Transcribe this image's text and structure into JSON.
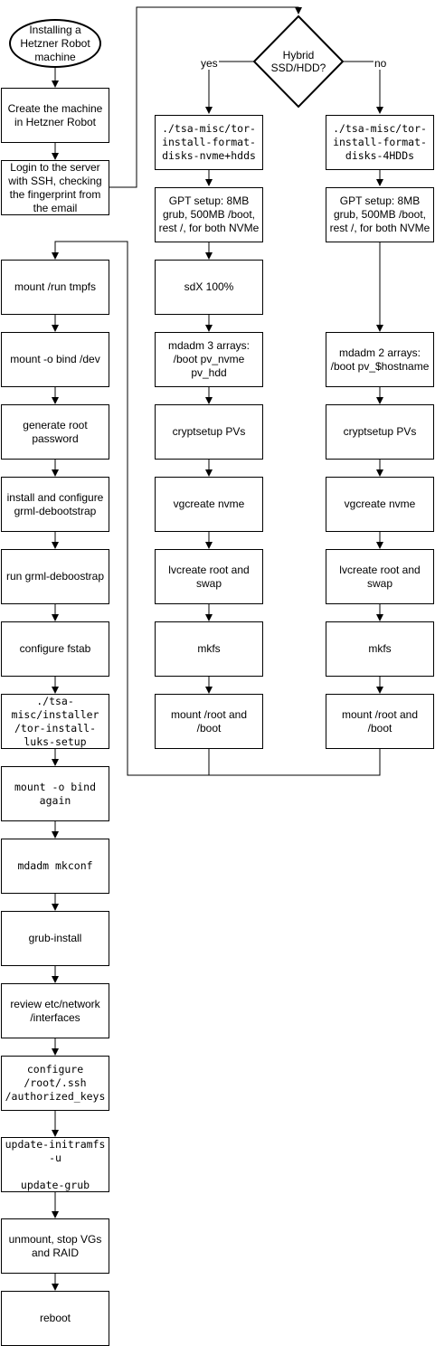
{
  "diagram": {
    "start": "Installing a\nHetzner Robot\nmachine",
    "decision": "Hybrid\nSSD/HDD?",
    "branch_yes": "yes",
    "branch_no": "no",
    "main": [
      "Create the machine\nin Hetzner Robot",
      "Login to the server\nwith SSH, checking\nthe fingerprint from\nthe email",
      "mount /run tmpfs",
      "mount -o bind /dev",
      "generate root\npassword",
      "install and configure\ngrml-debootstrap",
      "run grml-deboostrap",
      "configure fstab",
      "./tsa-\nmisc/installer\n/tor-install-\nluks-setup",
      "mount -o bind\nagain",
      "mdadm mkconf",
      "grub-install",
      "review etc/network\n/interfaces",
      "configure\n/root/.ssh\n/authorized_keys",
      "update-initramfs\n-u\n\nupdate-grub",
      "unmount, stop VGs\nand RAID",
      "reboot"
    ],
    "yes_branch": [
      "./tsa-misc/tor-\ninstall-format-\ndisks-nvme+hdds",
      "GPT setup: 8MB\ngrub, 500MB /boot,\nrest /, for both NVMe",
      "sdX 100%",
      "mdadm 3 arrays:\n/boot pv_nvme\npv_hdd",
      "cryptsetup PVs",
      "vgcreate nvme",
      "lvcreate root and\nswap",
      "mkfs",
      "mount /root and /boot"
    ],
    "no_branch": [
      "./tsa-misc/tor-\ninstall-format-\ndisks-4HDDs",
      "GPT setup: 8MB\ngrub, 500MB /boot,\nrest /, for both NVMe",
      "mdadm 2 arrays:\n/boot pv_$hostname",
      "cryptsetup PVs",
      "vgcreate nvme",
      "lvcreate root and\nswap",
      "mkfs",
      "mount /root and /boot"
    ]
  }
}
